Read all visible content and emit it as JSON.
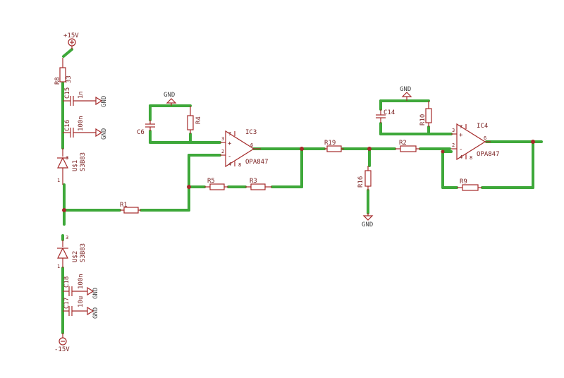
{
  "power": {
    "pos": "+15V",
    "neg": "-15V",
    "gnd": "GND"
  },
  "parts": {
    "R8": "R8",
    "R8_val": "33",
    "C15": "C15",
    "C15_val": "1n",
    "C16": "C16",
    "C16_val": "100n",
    "U1": "U$1",
    "U1_type": "S3B83",
    "U2": "U$2",
    "U2_type": "S3B83",
    "C18": "C18",
    "C18_val": "100n",
    "C17": "C17",
    "C17_val": "10u",
    "R1": "R1",
    "R5": "R5",
    "R3": "R3",
    "C6": "C6",
    "R4": "R4",
    "IC3": "IC3",
    "IC3_type": "OPA847",
    "R19": "R19",
    "R16": "R16",
    "R2": "R2",
    "C14": "C14",
    "R10": "R10",
    "IC4": "IC4",
    "IC4_type": "OPA847",
    "R9": "R9"
  },
  "pins": {
    "p1": "1",
    "p2": "2",
    "p3": "3",
    "p4": "4",
    "p6": "6",
    "p7": "7",
    "p8": "8",
    "plus": "+",
    "minus": "-"
  }
}
